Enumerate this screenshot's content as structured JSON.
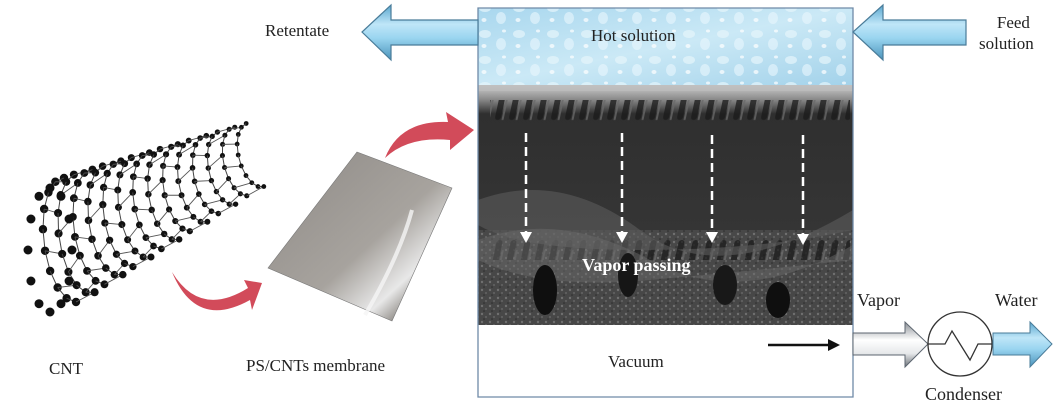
{
  "labels": {
    "retentate": "Retentate",
    "hot_solution": "Hot solution",
    "feed_line1": "Feed",
    "feed_line2": "solution",
    "cnt": "CNT",
    "membrane": "PS/CNTs membrane",
    "vapor_passing": "Vapor passing",
    "vacuum": "Vacuum",
    "vapor": "Vapor",
    "water": "Water",
    "condenser": "Condenser"
  },
  "colors": {
    "flow_arrow_blue": "#8fd0ee",
    "flow_arrow_edge": "#4a7c99",
    "process_arrow_red": "#d24b5a",
    "hot_solution_bg": "#bfe2f2",
    "sem_bg": "#3a3a3a",
    "box_border": "#6f8aa8"
  },
  "icons": {
    "cnt": "carbon-nanotube-icon",
    "membrane": "membrane-sheet-icon",
    "condenser": "heat-exchanger-icon"
  }
}
